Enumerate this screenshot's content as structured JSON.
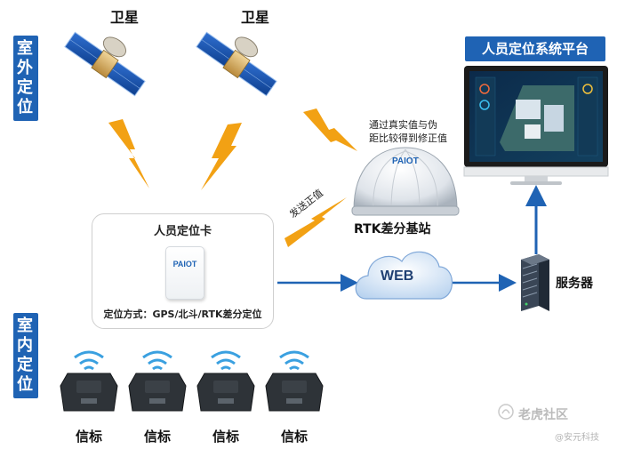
{
  "side_labels": {
    "outdoor": [
      "室",
      "外",
      "定",
      "位"
    ],
    "indoor": [
      "室",
      "内",
      "定",
      "位"
    ]
  },
  "satellites": [
    {
      "label": "卫星"
    },
    {
      "label": "卫星"
    }
  ],
  "platform": {
    "title": "人员定位系统平台"
  },
  "rtk": {
    "label": "RTK差分基站",
    "logo": "PAIOT",
    "note_line1": "通过真实值与伪",
    "note_line2": "距比较得到修正值",
    "send_label": "发送正值"
  },
  "card": {
    "title": "人员定位卡",
    "device_logo": "PAIOT",
    "method": "定位方式：GPS/北斗/RTK差分定位"
  },
  "web": {
    "label": "WEB"
  },
  "server": {
    "label": "服务器"
  },
  "beacons": [
    {
      "label": "信标"
    },
    {
      "label": "信标"
    },
    {
      "label": "信标"
    },
    {
      "label": "信标"
    }
  ],
  "watermark": {
    "main": "老虎社区",
    "sub": "@安元科技"
  },
  "colors": {
    "accent_blue": "#1f63b4",
    "lightning": "#f2a114",
    "arrow_blue": "#1f63b4"
  }
}
